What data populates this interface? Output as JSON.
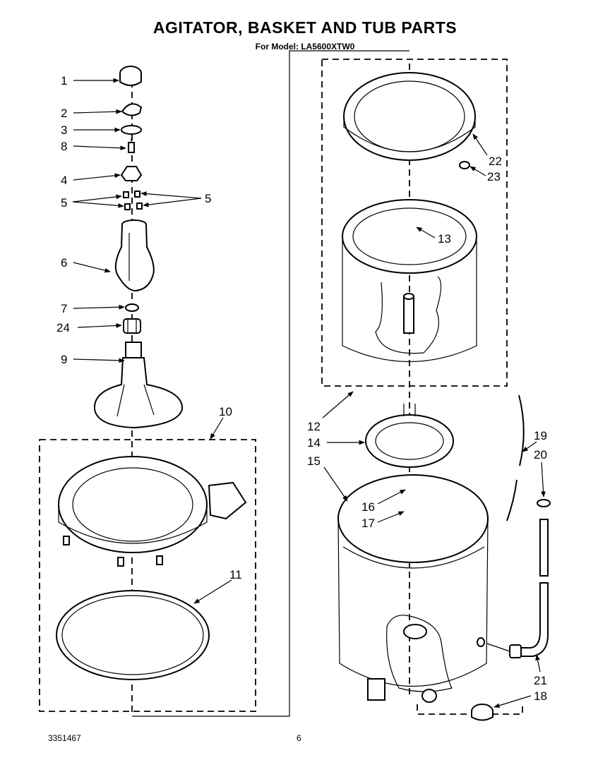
{
  "header": {
    "title": "AGITATOR, BASKET AND TUB PARTS",
    "subtitle": "For Model: LA5600XTW0"
  },
  "footer": {
    "doc_number": "3351467",
    "page_number": "6"
  },
  "callouts": [
    "1",
    "2",
    "3",
    "8",
    "4",
    "5",
    "5",
    "6",
    "7",
    "24",
    "9",
    "10",
    "11",
    "22",
    "23",
    "13",
    "12",
    "14",
    "15",
    "16",
    "17",
    "19",
    "20",
    "21",
    "18"
  ]
}
